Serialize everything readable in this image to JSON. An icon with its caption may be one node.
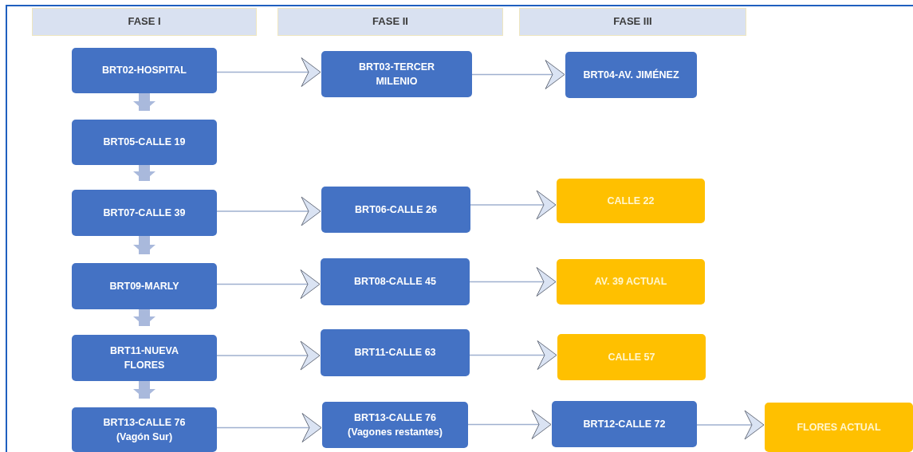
{
  "diagram": {
    "nodes": [
      {
        "text": [
          "FASE I"
        ]
      },
      {
        "text": [
          "FASE II"
        ]
      },
      {
        "text": [
          "FASE III"
        ]
      },
      {
        "text": [
          "BRT02-HOSPITAL"
        ]
      },
      {
        "text": [
          "BRT03-TERCER MILENIO"
        ]
      },
      {
        "text": [
          "BRT04-AV. JIMÉNEZ"
        ]
      },
      {
        "text": [
          "BRT05-CALLE 19"
        ]
      },
      {
        "text": [
          "BRT07-CALLE 39"
        ]
      },
      {
        "text": [
          "BRT06-CALLE 26"
        ]
      },
      {
        "text": [
          "CALLE 22"
        ]
      },
      {
        "text": [
          "BRT09-MARLY"
        ]
      },
      {
        "text": [
          "BRT08-CALLE 45"
        ]
      },
      {
        "text": [
          "AV. 39 ACTUAL"
        ]
      },
      {
        "text": [
          "BRT11-NUEVA FLORES"
        ]
      },
      {
        "text": [
          "BRT11-CALLE 63"
        ]
      },
      {
        "text": [
          "CALLE 57"
        ]
      },
      {
        "text": [
          "BRT13-CALLE 76",
          "(Vagón Sur)"
        ]
      },
      {
        "text": [
          "BRT13-CALLE 76",
          "(Vagones restantes)"
        ]
      },
      {
        "text": [
          "BRT12-CALLE 72"
        ]
      },
      {
        "text": [
          "FLORES ACTUAL"
        ]
      }
    ],
    "edges": [
      {
        "from": 3,
        "to": 4,
        "arrow": "to"
      },
      {
        "from": 4,
        "to": 5,
        "arrow": "to"
      },
      {
        "from": 3,
        "to": 6,
        "arrow": "to",
        "style": "thick",
        "color": "#a9b9dc"
      },
      {
        "from": 6,
        "to": 7,
        "arrow": "to",
        "style": "thick",
        "color": "#a9b9dc"
      },
      {
        "from": 7,
        "to": 8,
        "arrow": "to"
      },
      {
        "from": 8,
        "to": 9,
        "arrow": "to"
      },
      {
        "from": 7,
        "to": 10,
        "arrow": "to",
        "style": "thick",
        "color": "#a9b9dc"
      },
      {
        "from": 10,
        "to": 11,
        "arrow": "to"
      },
      {
        "from": 11,
        "to": 12,
        "arrow": "to"
      },
      {
        "from": 10,
        "to": 13,
        "arrow": "to",
        "style": "thick",
        "color": "#a9b9dc"
      },
      {
        "from": 13,
        "to": 14,
        "arrow": "to"
      },
      {
        "from": 14,
        "to": 15,
        "arrow": "to"
      },
      {
        "from": 13,
        "to": 16,
        "arrow": "to",
        "style": "thick",
        "color": "#a9b9dc"
      },
      {
        "from": 16,
        "to": 17,
        "arrow": "to"
      },
      {
        "from": 17,
        "to": 18,
        "arrow": "to"
      },
      {
        "from": 18,
        "to": 19,
        "arrow": "to"
      }
    ]
  }
}
